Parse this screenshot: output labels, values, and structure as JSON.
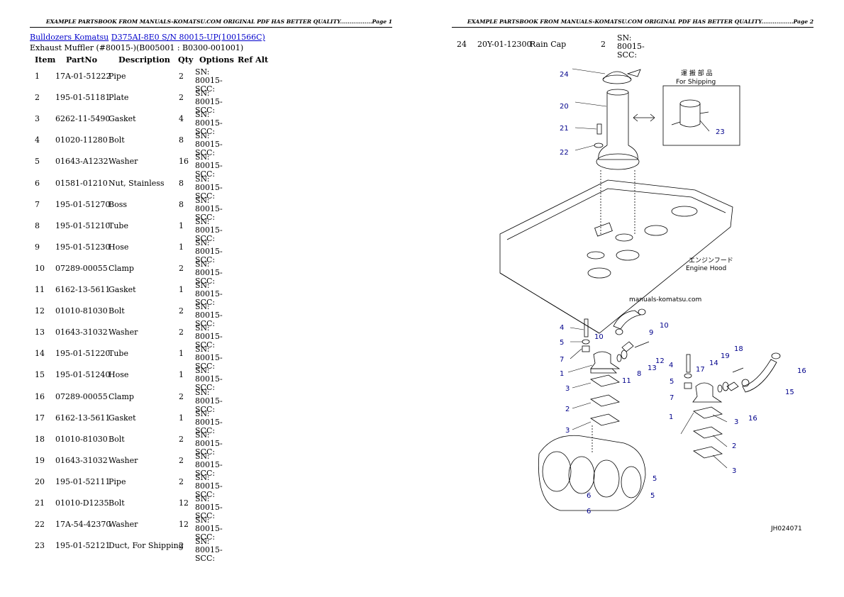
{
  "page1": {
    "header": "EXAMPLE PARTSBOOK FROM MANUALS-KOMATSU.COM ORIGINAL PDF HAS BETTER QUALITY.................Page 1",
    "breadcrumb": {
      "link1": "Bulldozers Komatsu",
      "link2": "D375AI-8E0 S/N 80015-UP(1001566C)"
    },
    "subtitle": "Exhaust Muffler (#80015-)(B005001 : B0300-001001)",
    "columns": {
      "item": "Item",
      "partno": "PartNo",
      "description": "Description",
      "qty": "Qty",
      "options": "Options",
      "refalt": "Ref Alt"
    },
    "rows": [
      {
        "item": "1",
        "part": "17A-01-51222",
        "desc": "Pipe",
        "qty": "2",
        "opt": "SN: 80015-SCC:"
      },
      {
        "item": "2",
        "part": "195-01-51181",
        "desc": "Plate",
        "qty": "2",
        "opt": "SN: 80015-SCC:"
      },
      {
        "item": "3",
        "part": "6262-11-5490",
        "desc": "Gasket",
        "qty": "4",
        "opt": "SN: 80015-SCC:"
      },
      {
        "item": "4",
        "part": "01020-11280",
        "desc": "Bolt",
        "qty": "8",
        "opt": "SN: 80015-SCC:"
      },
      {
        "item": "5",
        "part": "01643-A1232",
        "desc": "Washer",
        "qty": "16",
        "opt": "SN: 80015-SCC:"
      },
      {
        "item": "6",
        "part": "01581-01210",
        "desc": "Nut, Stainless",
        "qty": "8",
        "opt": "SN: 80015-SCC:"
      },
      {
        "item": "7",
        "part": "195-01-51270",
        "desc": "Boss",
        "qty": "8",
        "opt": "SN: 80015-SCC:"
      },
      {
        "item": "8",
        "part": "195-01-51210",
        "desc": "Tube",
        "qty": "1",
        "opt": "SN: 80015-SCC:"
      },
      {
        "item": "9",
        "part": "195-01-51230",
        "desc": "Hose",
        "qty": "1",
        "opt": "SN: 80015-SCC:"
      },
      {
        "item": "10",
        "part": "07289-00055",
        "desc": "Clamp",
        "qty": "2",
        "opt": "SN: 80015-SCC:"
      },
      {
        "item": "11",
        "part": "6162-13-5611",
        "desc": "Gasket",
        "qty": "1",
        "opt": "SN: 80015-SCC:"
      },
      {
        "item": "12",
        "part": "01010-81030",
        "desc": "Bolt",
        "qty": "2",
        "opt": "SN: 80015-SCC:"
      },
      {
        "item": "13",
        "part": "01643-31032",
        "desc": "Washer",
        "qty": "2",
        "opt": "SN: 80015-SCC:"
      },
      {
        "item": "14",
        "part": "195-01-51220",
        "desc": "Tube",
        "qty": "1",
        "opt": "SN: 80015-SCC:"
      },
      {
        "item": "15",
        "part": "195-01-51240",
        "desc": "Hose",
        "qty": "1",
        "opt": "SN: 80015-SCC:"
      },
      {
        "item": "16",
        "part": "07289-00055",
        "desc": "Clamp",
        "qty": "2",
        "opt": "SN: 80015-SCC:"
      },
      {
        "item": "17",
        "part": "6162-13-5611",
        "desc": "Gasket",
        "qty": "1",
        "opt": "SN: 80015-SCC:"
      },
      {
        "item": "18",
        "part": "01010-81030",
        "desc": "Bolt",
        "qty": "2",
        "opt": "SN: 80015-SCC:"
      },
      {
        "item": "19",
        "part": "01643-31032",
        "desc": "Washer",
        "qty": "2",
        "opt": "SN: 80015-SCC:"
      },
      {
        "item": "20",
        "part": "195-01-52111",
        "desc": "Pipe",
        "qty": "2",
        "opt": "SN: 80015-SCC:"
      },
      {
        "item": "21",
        "part": "01010-D1235",
        "desc": "Bolt",
        "qty": "12",
        "opt": "SN: 80015-SCC:"
      },
      {
        "item": "22",
        "part": "17A-54-42370",
        "desc": "Washer",
        "qty": "12",
        "opt": "SN: 80015-SCC:"
      },
      {
        "item": "23",
        "part": "195-01-52121",
        "desc": "Duct, For Shipping",
        "qty": "2",
        "opt": "SN: 80015-SCC:"
      }
    ]
  },
  "page2": {
    "header": "EXAMPLE PARTSBOOK FROM MANUALS-KOMATSU.COM ORIGINAL PDF HAS BETTER QUALITY.................Page 2",
    "row": {
      "item": "24",
      "part": "20Y-01-12300",
      "desc": "Rain Cap",
      "qty": "2",
      "opt": "SN: 80015-SCC:"
    },
    "diagram": {
      "shipping_jp": "運 搬 部 品",
      "shipping_en": "For Shipping",
      "hood_jp": "エンジンフード",
      "hood_en": "Engine Hood",
      "watermark": "manuals-komatsu.com",
      "figure_id": "JH024071",
      "callouts": [
        "24",
        "20",
        "21",
        "22",
        "23",
        "4",
        "5",
        "7",
        "1",
        "10",
        "9",
        "10",
        "12",
        "13",
        "8",
        "11",
        "3",
        "2",
        "3",
        "19",
        "18",
        "4",
        "17",
        "14",
        "16",
        "5",
        "7",
        "1",
        "15",
        "16",
        "3",
        "2",
        "3",
        "5",
        "6",
        "5",
        "6"
      ]
    }
  }
}
